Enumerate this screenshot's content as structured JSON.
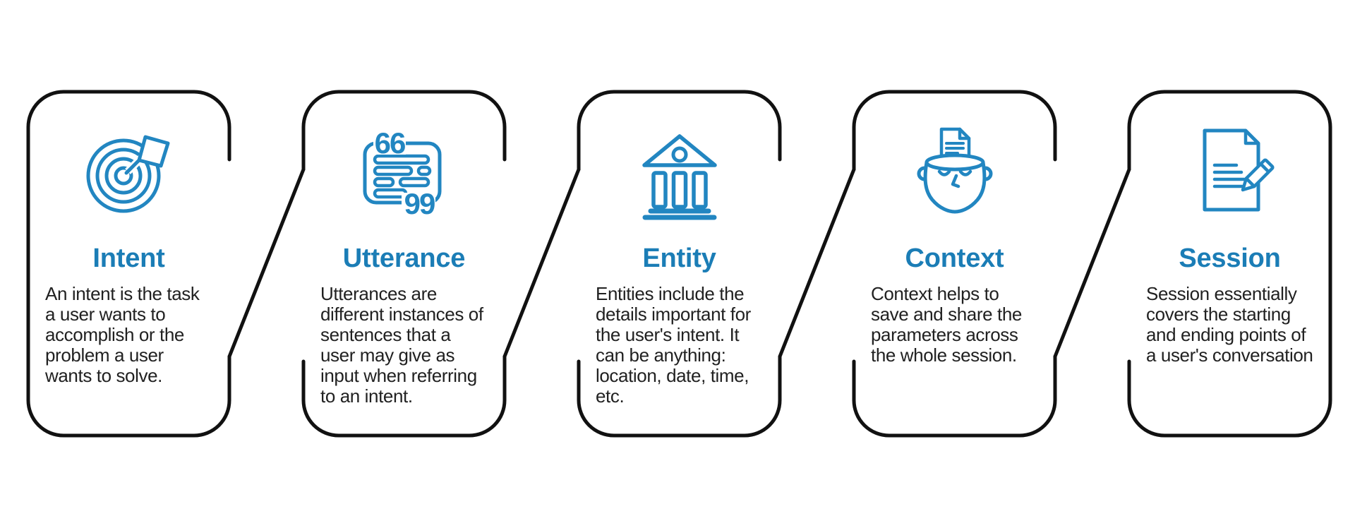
{
  "colors": {
    "outline": "#111111",
    "heading_blue": "#1b7db6",
    "icon_blue": "#2286c1",
    "body_text": "#212121",
    "background": "#ffffff"
  },
  "diagram": {
    "description_visible": false,
    "card_count": 5
  },
  "cards": [
    {
      "title": "Intent",
      "icon": "target-arrow-icon",
      "body": "An intent is the task\na user wants to\naccomplish or the\nproblem a user\nwants to solve."
    },
    {
      "title": "Utterance",
      "icon": "quoted-message-icon",
      "quote_open": "66",
      "quote_close": "99",
      "body": "Utterances are\ndifferent instances of\nsentences that a\nuser may give as\ninput when referring\nto an intent."
    },
    {
      "title": "Entity",
      "icon": "bank-building-icon",
      "body": "Entities include the\ndetails important for\nthe user's intent. It\ncan be anything:\nlocation, date, time,\netc."
    },
    {
      "title": "Context",
      "icon": "head-document-icon",
      "body": "Context helps to\nsave and share the\nparameters across\nthe whole session."
    },
    {
      "title": "Session",
      "icon": "document-pencil-icon",
      "body": "Session essentially\ncovers the starting\nand ending points of\na user's conversation"
    }
  ]
}
